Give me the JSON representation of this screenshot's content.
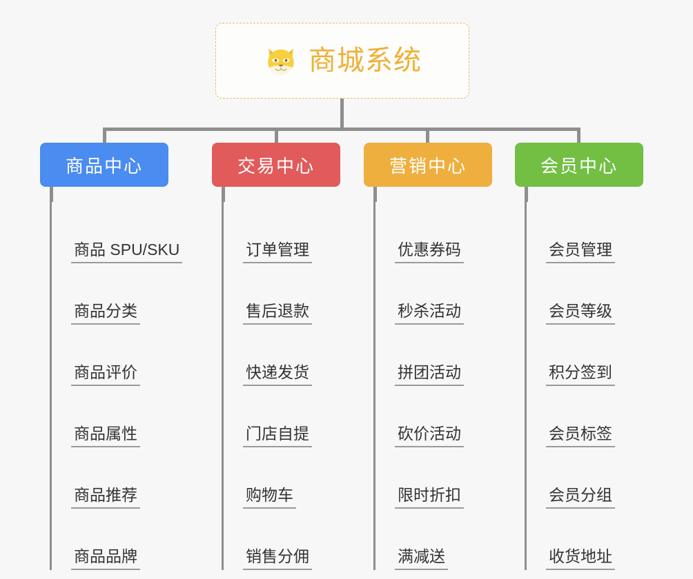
{
  "diagram": {
    "type": "org-chart",
    "background_color": "#f7f7f7",
    "root": {
      "title": "商城系统",
      "icon": "shiba-dog-face-icon",
      "text_color": "#f0b037",
      "border_color": "#eab764",
      "border_style": "dashed"
    },
    "connector_color": "#8e8e8e",
    "columns": [
      {
        "label": "商品中心",
        "color": "#4a8cf0",
        "items": [
          "商品 SPU/SKU",
          "商品分类",
          "商品评价",
          "商品属性",
          "商品推荐",
          "商品品牌"
        ]
      },
      {
        "label": "交易中心",
        "color": "#e15b5b",
        "items": [
          "订单管理",
          "售后退款",
          "快递发货",
          "门店自提",
          "购物车",
          "销售分佣"
        ]
      },
      {
        "label": "营销中心",
        "color": "#eeaf3f",
        "items": [
          "优惠券码",
          "秒杀活动",
          "拼团活动",
          "砍价活动",
          "限时折扣",
          "满减送"
        ]
      },
      {
        "label": "会员中心",
        "color": "#72bf44",
        "items": [
          "会员管理",
          "会员等级",
          "积分签到",
          "会员标签",
          "会员分组",
          "收货地址"
        ]
      }
    ]
  }
}
